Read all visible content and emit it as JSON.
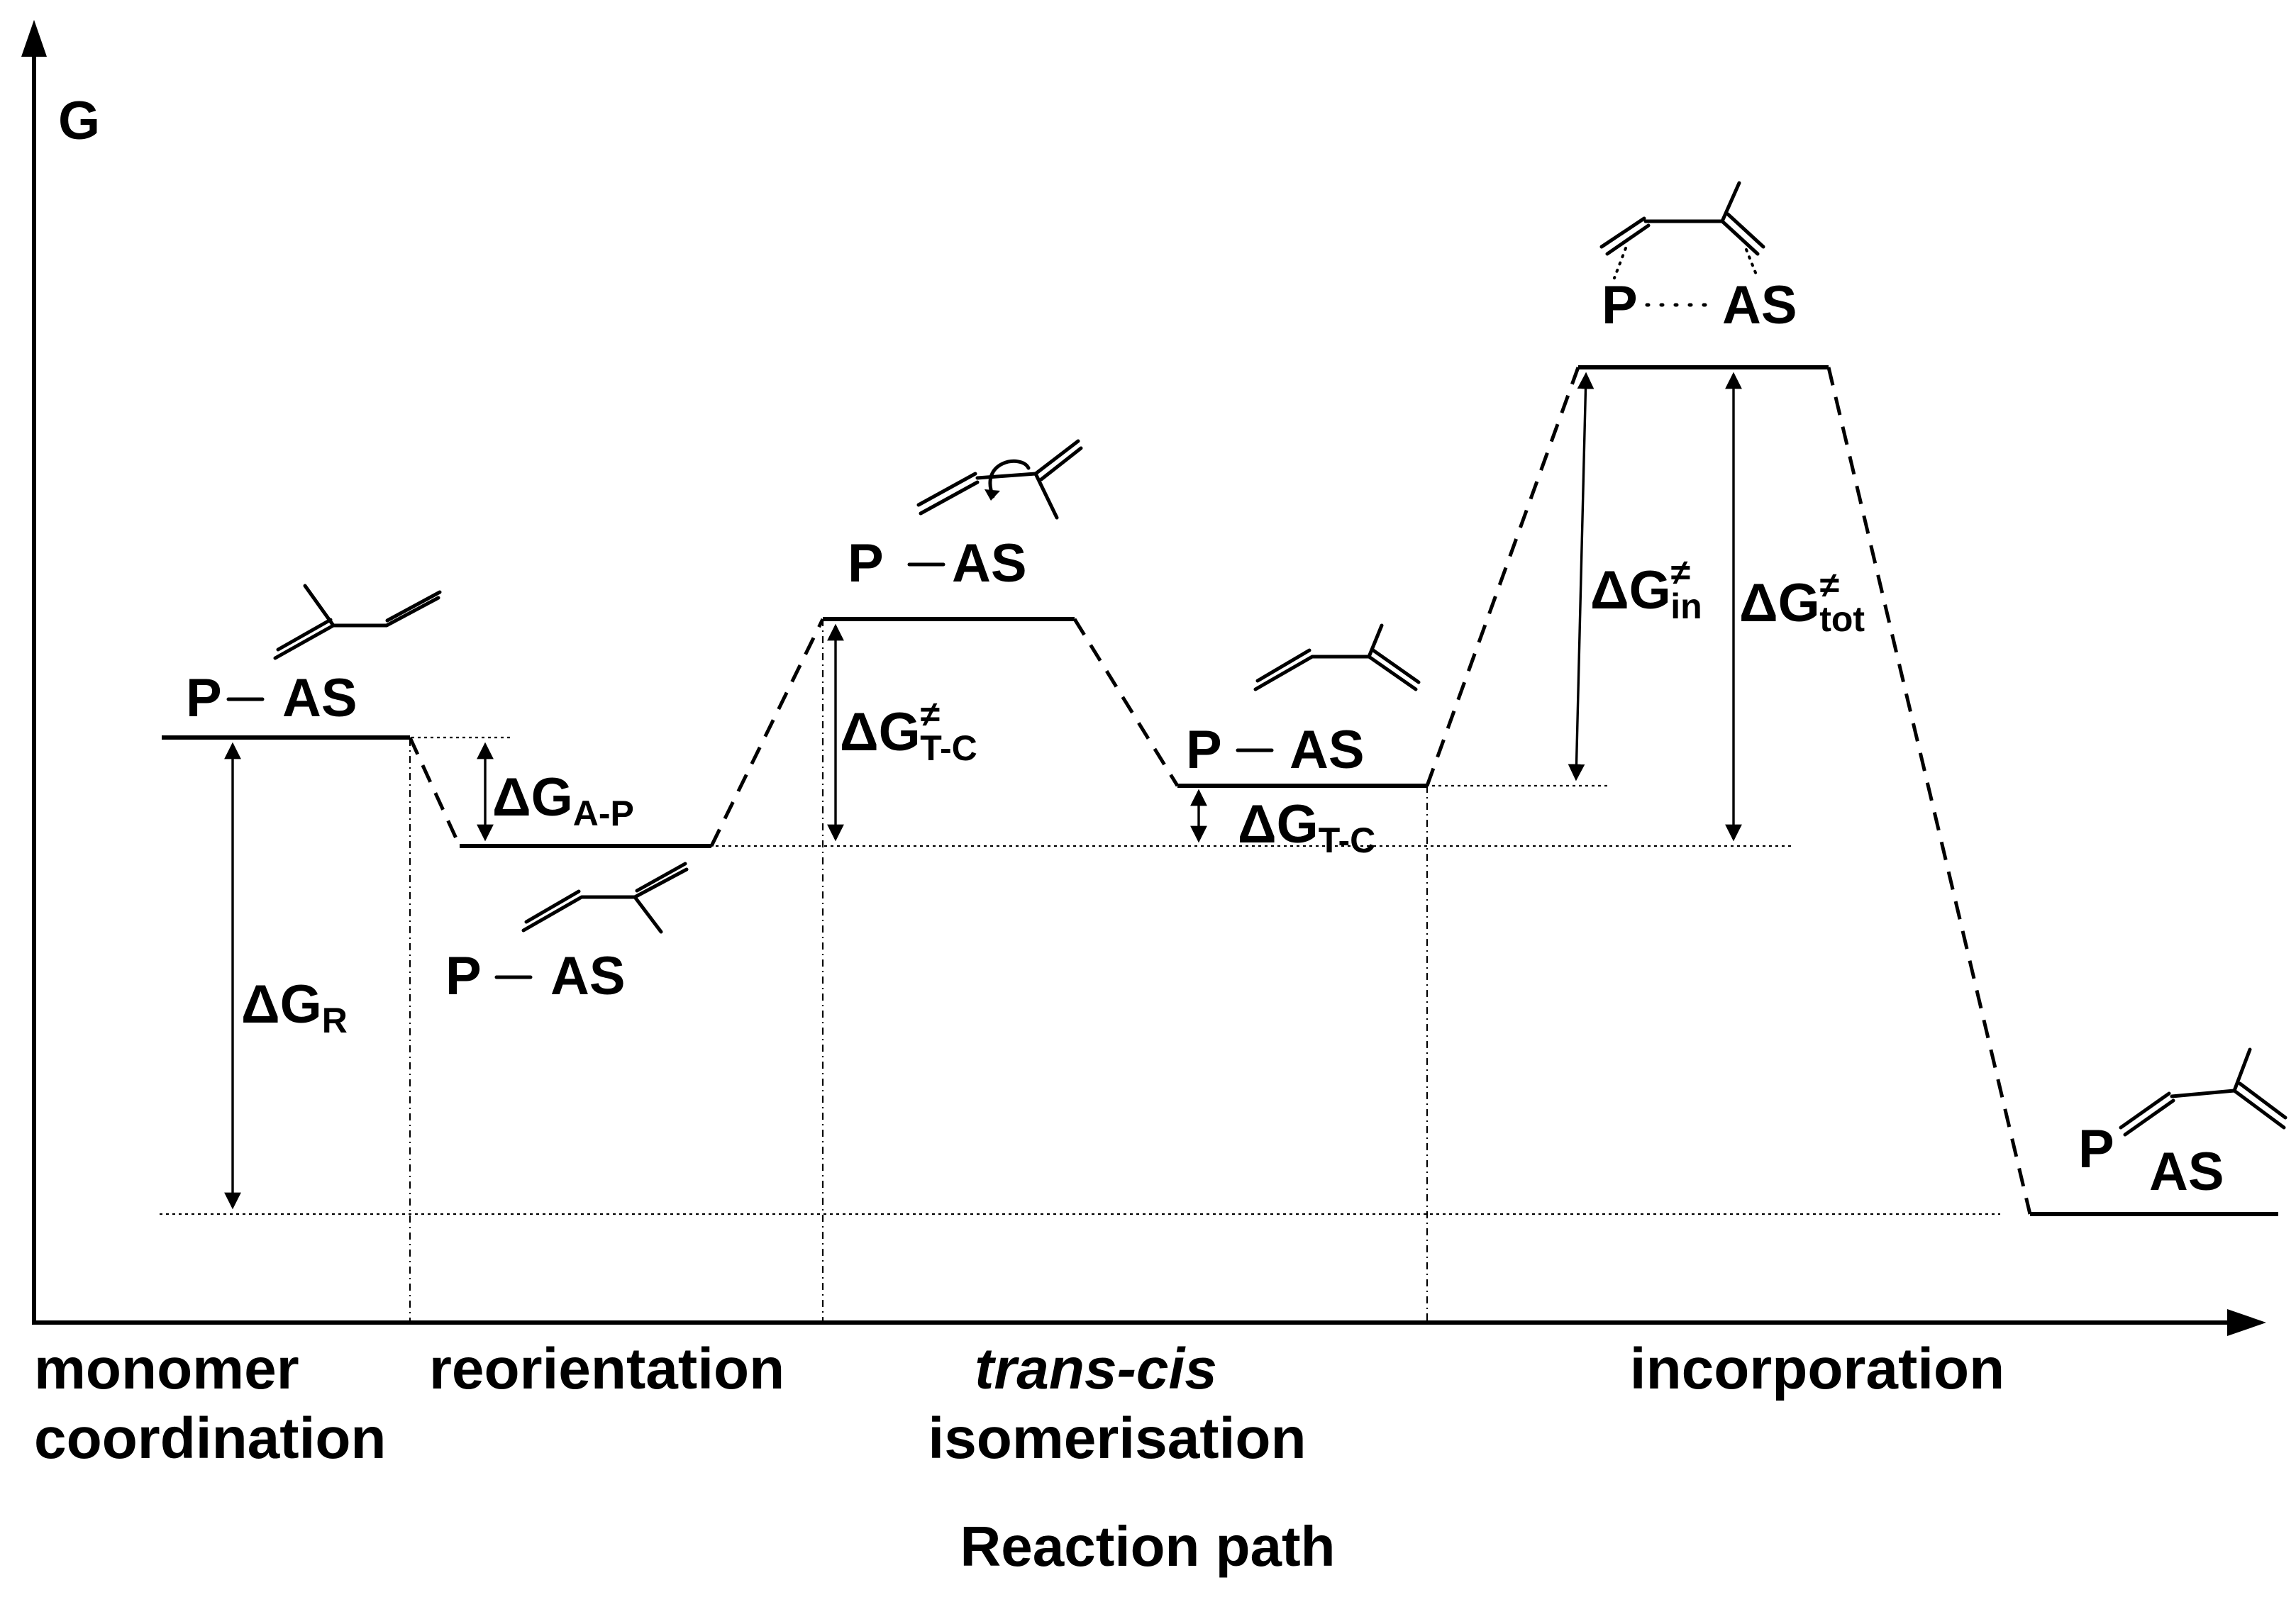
{
  "axis": {
    "y_label": "G",
    "x_label": "Reaction path"
  },
  "states": {
    "s1": {
      "left": "P",
      "right": "AS"
    },
    "s2": {
      "left": "P",
      "right": "AS"
    },
    "s3": {
      "left": "P",
      "right": "AS"
    },
    "s4": {
      "left": "P",
      "right": "AS"
    },
    "s5": {
      "left": "P",
      "right": "AS"
    },
    "s6": {
      "left": "P",
      "right": "AS"
    }
  },
  "energies": {
    "dG_R": {
      "main": "ΔG",
      "sub": "R",
      "sup": ""
    },
    "dG_AP": {
      "main": "ΔG",
      "sub": "A-P",
      "sup": ""
    },
    "dG_TC_barrier": {
      "main": "ΔG",
      "sub": "T-C",
      "sup": "≠"
    },
    "dG_TC": {
      "main": "ΔG",
      "sub": "T-C",
      "sup": ""
    },
    "dG_in": {
      "main": "ΔG",
      "sub": "in",
      "sup": "≠"
    },
    "dG_tot": {
      "main": "ΔG",
      "sub": "tot",
      "sup": "≠"
    }
  },
  "stages": {
    "monomer_1": "monomer",
    "monomer_2": "coordination",
    "reorientation": "reorientation",
    "transcis_1": "trans-cis",
    "transcis_2": "isomerisation",
    "incorporation": "incorporation"
  }
}
